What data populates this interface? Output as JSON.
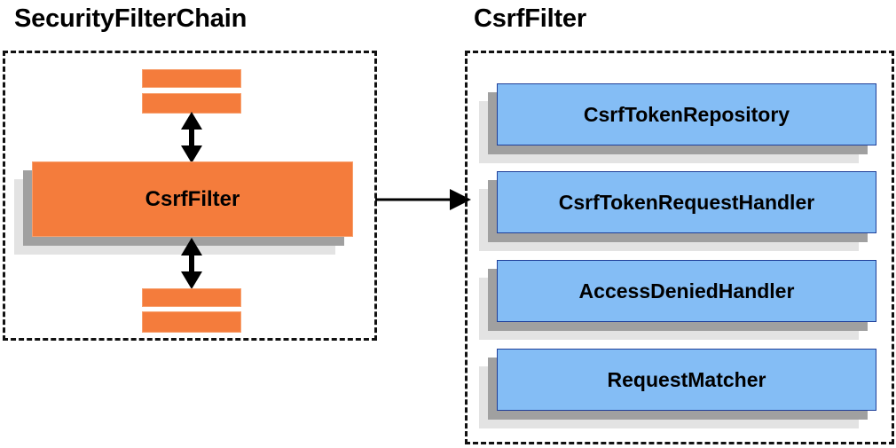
{
  "diagram": {
    "type": "component-relationship-diagram",
    "background_color": "#ffffff",
    "panels": [
      {
        "id": "security-filter-chain",
        "title": "SecurityFilterChain",
        "border_style": "dashed",
        "border_color": "#111111",
        "highlight_box": {
          "label": "CsrfFilter",
          "fill_color": "#f47c3c",
          "border_color": "#f7a06e",
          "shadow_colors": [
            "#a0a0a0",
            "#e3e3e3"
          ]
        },
        "neighbor_bars": [
          {
            "position": "above",
            "index": 1
          },
          {
            "position": "above",
            "index": 2
          },
          {
            "position": "below",
            "index": 1
          },
          {
            "position": "below",
            "index": 2
          }
        ],
        "connectors": [
          {
            "kind": "double-headed-vertical-arrow",
            "position": "above-highlight"
          },
          {
            "kind": "double-headed-vertical-arrow",
            "position": "below-highlight"
          }
        ]
      },
      {
        "id": "csrf-filter-detail",
        "title": "CsrfFilter",
        "border_style": "dashed",
        "border_color": "#111111",
        "collaborators": [
          {
            "label": "CsrfTokenRepository",
            "fill_color": "#84bdf5",
            "border_color": "#1f3f99"
          },
          {
            "label": "CsrfTokenRequestHandler",
            "fill_color": "#84bdf5",
            "border_color": "#1f3f99"
          },
          {
            "label": "AccessDeniedHandler",
            "fill_color": "#84bdf5",
            "border_color": "#1f3f99"
          },
          {
            "label": "RequestMatcher",
            "fill_color": "#84bdf5",
            "border_color": "#1f3f99"
          }
        ]
      }
    ],
    "cross_panel_connector": {
      "kind": "single-headed-horizontal-arrow",
      "from": "security-filter-chain",
      "to": "csrf-filter-detail",
      "color": "#000000"
    }
  }
}
